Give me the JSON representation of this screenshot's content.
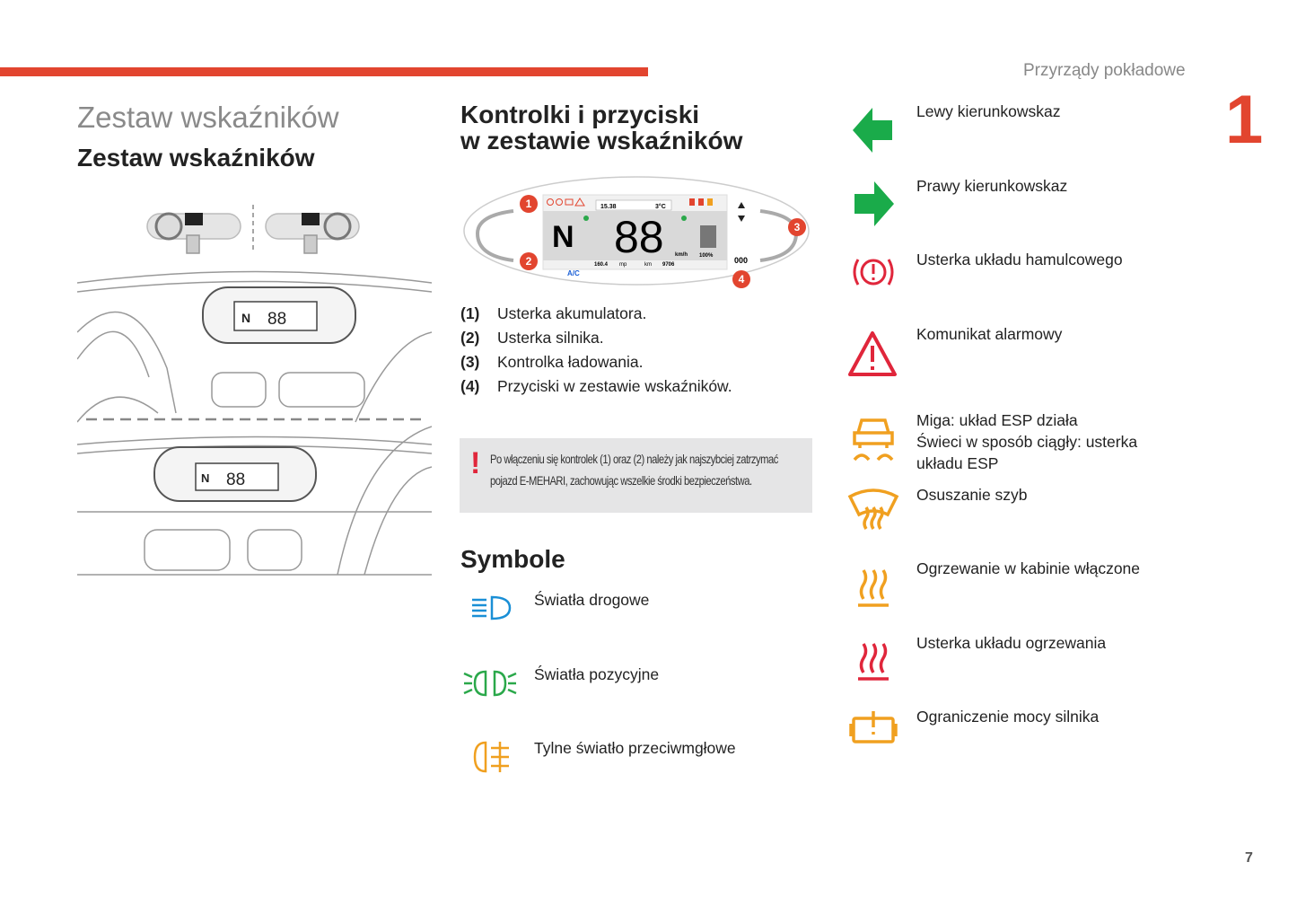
{
  "header": {
    "section": "Przyrządy pokładowe",
    "chapter": "1"
  },
  "left": {
    "title_light": "Zestaw wskaźników",
    "title_bold": "Zestaw wskaźników",
    "illustration": {
      "gear": "N",
      "speed": "88"
    }
  },
  "middle": {
    "title_line1": "Kontrolki i przyciski",
    "title_line2": "w zestawie wskaźników",
    "cluster": {
      "gear": "N",
      "speed": "88",
      "speed_unit": "km/h",
      "time": "15.38",
      "temp": "3°C",
      "battery": "100%",
      "trip": "160.4",
      "trip_unit": "mp",
      "odo_unit": "km",
      "odo": "9706",
      "ac": "A/C",
      "buttons": "000",
      "callouts": [
        "1",
        "2",
        "3",
        "4"
      ]
    },
    "legend": [
      {
        "num": "(1)",
        "text": "Usterka akumulatora."
      },
      {
        "num": "(2)",
        "text": "Usterka silnika."
      },
      {
        "num": "(3)",
        "text": "Kontrolka ładowania."
      },
      {
        "num": "(4)",
        "text": "Przyciski w zestawie wskaźników."
      }
    ],
    "warning": {
      "line1": "Po włączeniu się kontrolek (1) oraz (2) należy jak najszybciej zatrzymać",
      "line2": "pojazd E-MEHARI, zachowując wszelkie środki bezpieczeństwa."
    },
    "symbols_title": "Symbole",
    "symbols": [
      {
        "icon": "high-beam-icon",
        "label": "Światła drogowe",
        "color": "#1a8fd6"
      },
      {
        "icon": "side-lights-icon",
        "label": "Światła pozycyjne",
        "color": "#2aa84a"
      },
      {
        "icon": "rear-fog-icon",
        "label": "Tylne światło przeciwmgłowe",
        "color": "#f0a020"
      }
    ]
  },
  "right": {
    "symbols": [
      {
        "icon": "left-indicator-icon",
        "label": "Lewy kierunkowskaz",
        "color": "#1aab4a"
      },
      {
        "icon": "right-indicator-icon",
        "label": "Prawy kierunkowskaz",
        "color": "#1aab4a"
      },
      {
        "icon": "brake-fault-icon",
        "label": "Usterka układu hamulcowego",
        "color": "#e0263b"
      },
      {
        "icon": "alert-icon",
        "label": "Komunikat alarmowy",
        "color": "#e0263b"
      },
      {
        "icon": "esp-icon",
        "label": "Miga: układ ESP działa",
        "label2": "Świeci w sposób ciągły: usterka",
        "label3": "układu ESP",
        "color": "#f0a020"
      },
      {
        "icon": "demist-icon",
        "label": "Osuszanie szyb",
        "color": "#f0a020"
      },
      {
        "icon": "heating-on-icon",
        "label": "Ogrzewanie w kabinie włączone",
        "color": "#f0a020"
      },
      {
        "icon": "heating-fault-icon",
        "label": "Usterka układu ogrzewania",
        "color": "#e0263b"
      },
      {
        "icon": "power-limit-icon",
        "label": "Ograniczenie mocy silnika",
        "color": "#f0a020"
      }
    ]
  },
  "page_number": "7"
}
